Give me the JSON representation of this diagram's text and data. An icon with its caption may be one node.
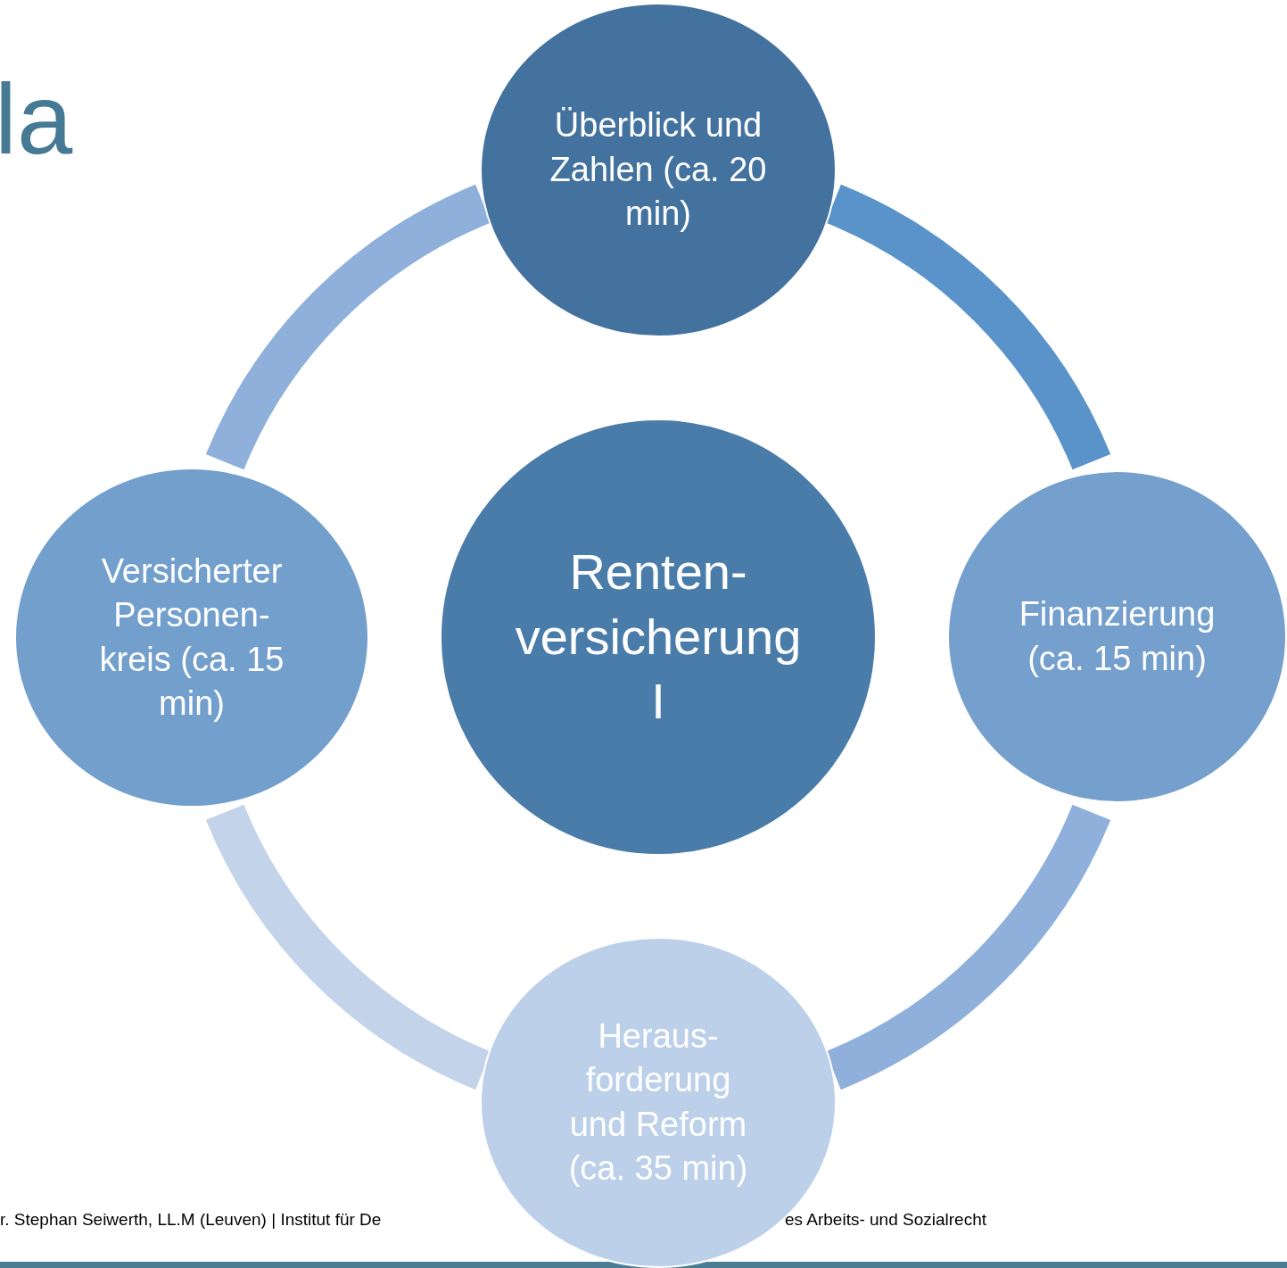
{
  "diagram": {
    "title": "la",
    "nodes": [
      {
        "text": [
          "Überblick und Zahlen (ca. 20 min)"
        ]
      },
      {
        "text": [
          "Versicherter Personen- kreis (ca. 15 min)"
        ]
      },
      {
        "text": [
          "Renten- versicherung I"
        ]
      },
      {
        "text": [
          "Finanzierung (ca. 15 min)"
        ]
      },
      {
        "text": [
          "Heraus- forderung und Reform (ca. 35 min)"
        ]
      }
    ],
    "edges": [
      {
        "from": 0,
        "to": 3,
        "arrow": "none",
        "color": "#5a93c9"
      },
      {
        "from": 3,
        "to": 4,
        "arrow": "none",
        "color": "#8fb0db"
      },
      {
        "from": 4,
        "to": 1,
        "arrow": "none",
        "color": "#c3d3ea"
      },
      {
        "from": 1,
        "to": 0,
        "arrow": "none",
        "color": "#8eb0da"
      }
    ],
    "labels": [
      "r. Stephan Seiwerth, LL.M (Leuven) | Institut für De",
      "es Arbeits- und Sozialrecht"
    ]
  }
}
